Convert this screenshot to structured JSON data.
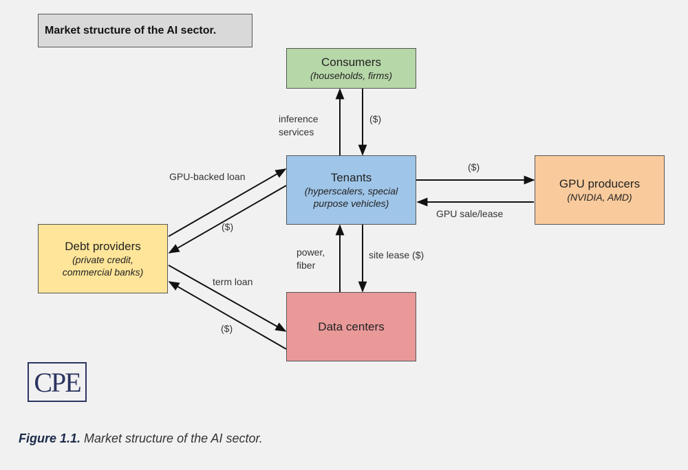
{
  "title": "Market structure of the AI sector.",
  "nodes": {
    "consumers": {
      "name": "Consumers",
      "sub": "(households, firms)",
      "color": "#b6d7a8"
    },
    "tenants": {
      "name": "Tenants",
      "sub1": "(hyperscalers, special",
      "sub2": "purpose vehicles)",
      "color": "#9fc5e8"
    },
    "gpu": {
      "name": "GPU producers",
      "sub": "(NVIDIA, AMD)",
      "color": "#f9cb9c"
    },
    "debt": {
      "name": "Debt providers",
      "sub1": "(private credit,",
      "sub2": "commercial banks)",
      "color": "#ffe599"
    },
    "datacenters": {
      "name": "Data centers",
      "color": "#ea9999"
    }
  },
  "edges": {
    "inference": {
      "line1": "inference",
      "line2": "services"
    },
    "consumer_pay": "($)",
    "gpu_loan": "GPU-backed loan",
    "debt_pay": "($)",
    "gpu_pay": "($)",
    "gpu_sale": "GPU sale/lease",
    "power": {
      "line1": "power,",
      "line2": "fiber"
    },
    "site_lease": "site lease ($)",
    "term_loan": "term loan",
    "dc_pay": "($)"
  },
  "logo": "CPE",
  "caption": {
    "label": "Figure 1.1.",
    "text": " Market structure of the AI sector."
  }
}
